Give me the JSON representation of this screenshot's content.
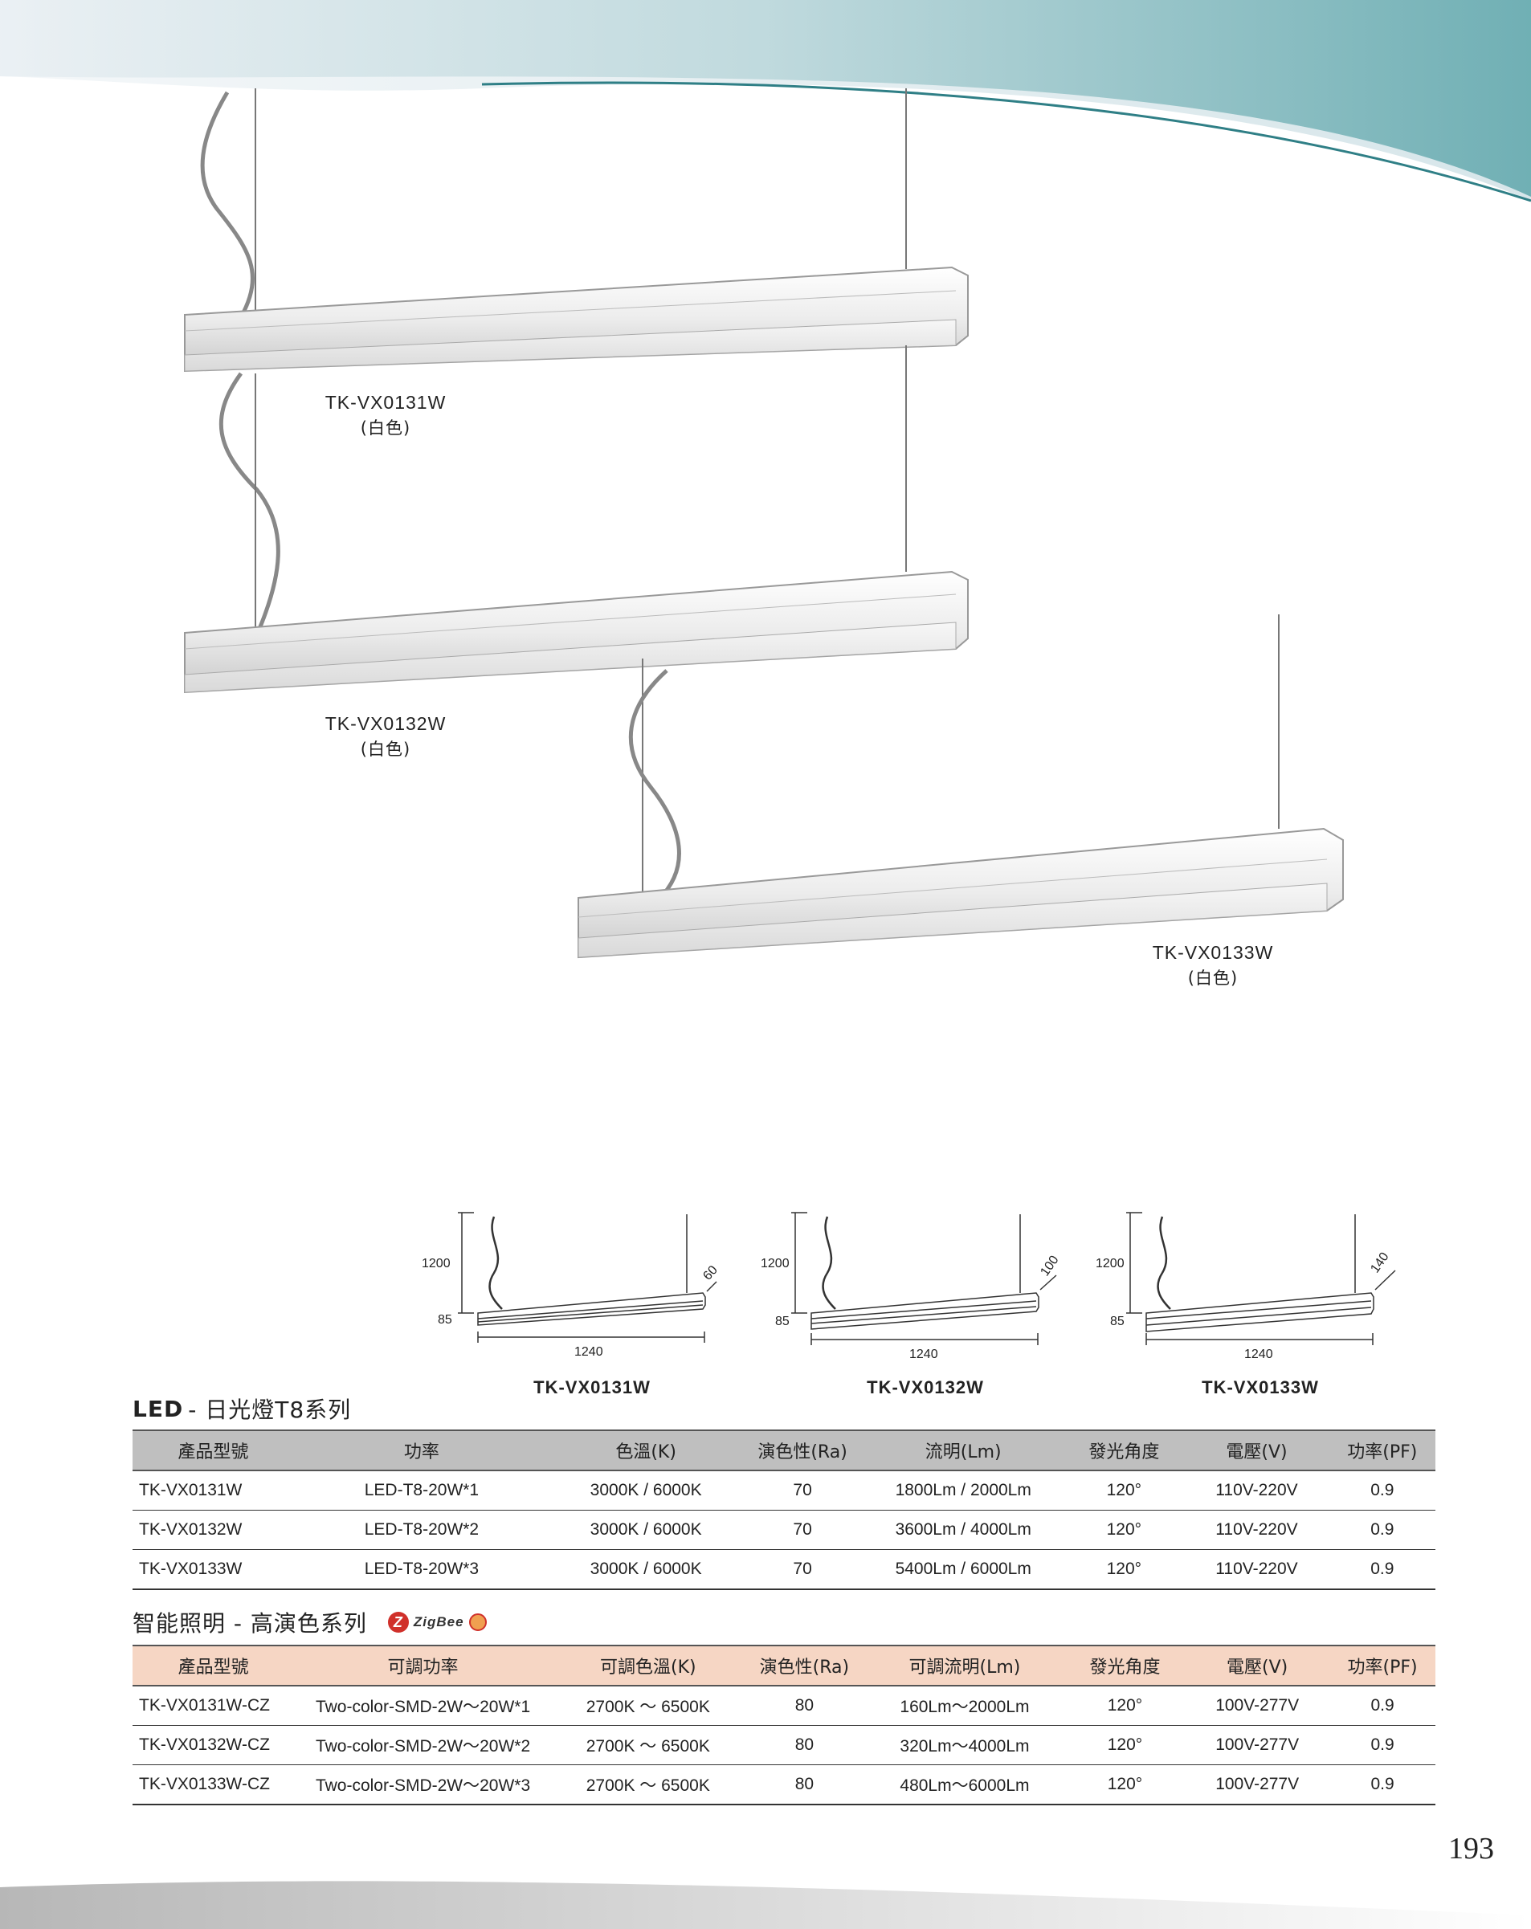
{
  "fixtures": [
    {
      "model": "TK-VX0131W",
      "color": "(白色)"
    },
    {
      "model": "TK-VX0132W",
      "color": "(白色)"
    },
    {
      "model": "TK-VX0133W",
      "color": "(白色)"
    }
  ],
  "drawings": [
    {
      "title": "TK-VX0131W",
      "height_label": "1200",
      "body_label": "85",
      "length_label": "1240",
      "width_label": "60"
    },
    {
      "title": "TK-VX0132W",
      "height_label": "1200",
      "body_label": "85",
      "length_label": "1240",
      "width_label": "100"
    },
    {
      "title": "TK-VX0133W",
      "height_label": "1200",
      "body_label": "85",
      "length_label": "1240",
      "width_label": "140"
    }
  ],
  "led_section": {
    "title_a": "LED",
    "title_b": "- 日光燈T8系列",
    "headers": [
      "產品型號",
      "功率",
      "色溫(K)",
      "演色性(Ra)",
      "流明(Lm)",
      "發光角度",
      "電壓(V)",
      "功率(PF)"
    ],
    "rows": [
      [
        "TK-VX0131W",
        "LED-T8-20W*1",
        "3000K / 6000K",
        "70",
        "1800Lm / 2000Lm",
        "120°",
        "110V-220V",
        "0.9"
      ],
      [
        "TK-VX0132W",
        "LED-T8-20W*2",
        "3000K / 6000K",
        "70",
        "3600Lm / 4000Lm",
        "120°",
        "110V-220V",
        "0.9"
      ],
      [
        "TK-VX0133W",
        "LED-T8-20W*3",
        "3000K / 6000K",
        "70",
        "5400Lm / 6000Lm",
        "120°",
        "110V-220V",
        "0.9"
      ]
    ]
  },
  "smart_section": {
    "title": "智能照明 - 高演色系列",
    "badge": "ZigBee",
    "headers": [
      "產品型號",
      "可調功率",
      "可調色溫(K)",
      "演色性(Ra)",
      "可調流明(Lm)",
      "發光角度",
      "電壓(V)",
      "功率(PF)"
    ],
    "rows": [
      [
        "TK-VX0131W-CZ",
        "Two-color-SMD-2W～20W*1",
        "2700K ～ 6500K",
        "80",
        "160Lm～2000Lm",
        "120°",
        "100V-277V",
        "0.9"
      ],
      [
        "TK-VX0132W-CZ",
        "Two-color-SMD-2W～20W*2",
        "2700K ～ 6500K",
        "80",
        "320Lm～4000Lm",
        "120°",
        "100V-277V",
        "0.9"
      ],
      [
        "TK-VX0133W-CZ",
        "Two-color-SMD-2W～20W*3",
        "2700K ～ 6500K",
        "80",
        "480Lm～6000Lm",
        "120°",
        "100V-277V",
        "0.9"
      ]
    ]
  },
  "page_number": "193",
  "colors": {
    "banner_teal": "#6fb3b8",
    "led_header_bg": "#bfbfbf",
    "smart_header_bg": "#f6d6c4",
    "zigbee_red": "#d0302a"
  }
}
